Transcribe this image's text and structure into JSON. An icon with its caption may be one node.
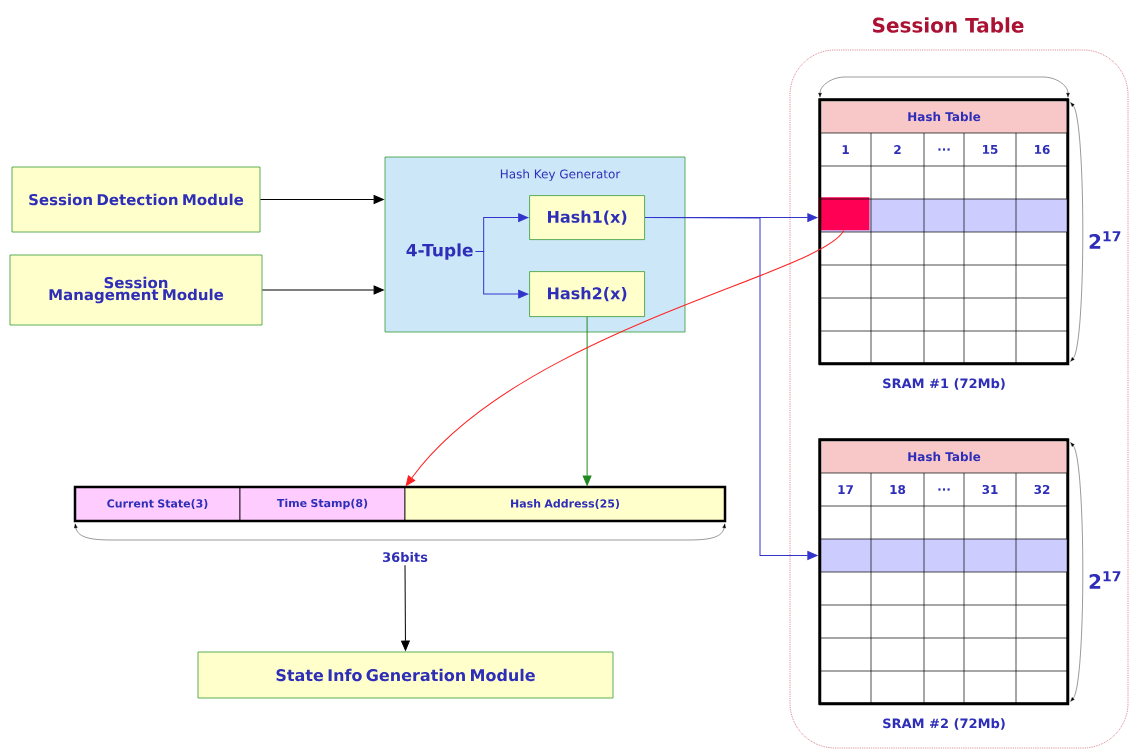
{
  "diagram": {
    "nodes": [
      {
        "text": [
          "Session Detection Module"
        ]
      },
      {
        "text": [
          "Session Management Module"
        ]
      },
      {
        "text": [
          "Hash Key Generator"
        ]
      },
      {
        "text": [
          "4-Tuple"
        ],
        "in": 2
      },
      {
        "text": [
          "Hash1(x)"
        ],
        "in": 2
      },
      {
        "text": [
          "Hash2(x)"
        ],
        "in": 2
      },
      {
        "text": [
          "Session Table"
        ]
      },
      {
        "text": [
          "Hash Table"
        ],
        "in": 6,
        "beside": [
          "SRAM #1 (72Mb)"
        ]
      },
      {
        "text": [],
        "shape": "box",
        "in": 7
      },
      {
        "text": [
          "Hash Table"
        ],
        "in": 6,
        "beside": [
          "SRAM #2 (72Mb)"
        ]
      },
      {
        "text": [
          "Current State(3)"
        ]
      },
      {
        "text": [
          "Time Stamp(8)"
        ]
      },
      {
        "text": [
          "Hash Address(25)"
        ]
      },
      {
        "text": [
          "36bits"
        ]
      },
      {
        "text": [
          "State Info Generation Module"
        ]
      }
    ],
    "edges": [
      {
        "from": 0,
        "to": 2,
        "arrow": "to",
        "color": "#000000"
      },
      {
        "from": 1,
        "to": 2,
        "arrow": "to",
        "color": "#000000"
      },
      {
        "from": 3,
        "to": 4,
        "arrow": "to",
        "color": "#3333cc"
      },
      {
        "from": 3,
        "to": 5,
        "arrow": "to",
        "color": "#3333cc"
      },
      {
        "from": 4,
        "to": 7,
        "arrow": "to",
        "color": "#3333cc"
      },
      {
        "from": 4,
        "to": 9,
        "arrow": "to",
        "color": "#3333cc"
      },
      {
        "from": 5,
        "to": 12,
        "arrow": "to",
        "color": "#228822"
      },
      {
        "from": 8,
        "to": 11,
        "arrow": "to",
        "color": "#ff2222"
      },
      {
        "from": 13,
        "to": 14,
        "arrow": "to",
        "color": "#000000"
      }
    ],
    "labels": [
      "1",
      "2",
      "...",
      "15",
      "16",
      "2$^{17}$",
      "17",
      "18",
      "...",
      "31",
      "32",
      "2$^{17}$"
    ]
  }
}
